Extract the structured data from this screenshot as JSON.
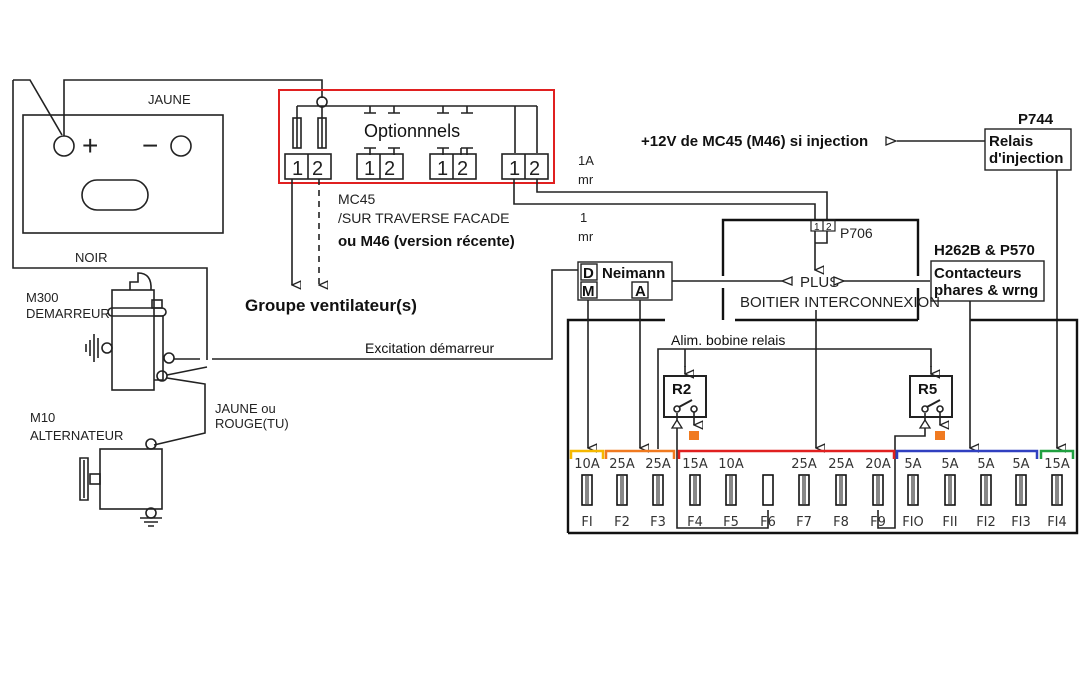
{
  "battery": {
    "positive_label": "+",
    "negative_label": "−",
    "wire_positive": "JAUNE",
    "wire_negative": "NOIR"
  },
  "starter": {
    "code": "M300",
    "name": "DEMARREUR"
  },
  "alternator": {
    "code": "M10",
    "name": "ALTERNATEUR"
  },
  "alt_wire": {
    "line1": "JAUNE ou",
    "line2": "ROUGE(TU)"
  },
  "fuse_holder": {
    "title": "Optionnnels",
    "connectors": [
      {
        "pin1": "1",
        "pin2": "2"
      },
      {
        "pin1": "1",
        "pin2": "2"
      },
      {
        "pin1": "1",
        "pin2": "2"
      },
      {
        "pin1": "1",
        "pin2": "2"
      }
    ],
    "mount_line1": "MC45",
    "mount_line2": "/SUR TRAVERSE FACADE",
    "mount_line3": "ou M46 (version récente)",
    "highlight_color": "#e02020"
  },
  "fan_group": "Groupe ventilateur(s)",
  "wire_1A": {
    "line1": "1A",
    "line2": "mr"
  },
  "wire_1": {
    "line1": "1",
    "line2": "mr"
  },
  "injection_feed": "+12V de MC45 (M46) si injection",
  "relay_injection": {
    "code": "P744",
    "line1": "Relais",
    "line2": "d'injection"
  },
  "connector_p706": {
    "code": "P706",
    "pin1": "1",
    "pin2": "2"
  },
  "neimann": {
    "title": "Neimann",
    "pin_d": "D",
    "pin_m": "M",
    "pin_a": "A"
  },
  "plus_label": "PLUS",
  "interconnect_label": "BOITIER INTERCONNEXION",
  "contacteurs": {
    "code": "H262B & P570",
    "line1": "Contacteurs",
    "line2": "phares & wrng"
  },
  "starter_excitation": "Excitation démarreur",
  "relay_coil_feed": "Alim. bobine relais",
  "relays": [
    {
      "name": "R2"
    },
    {
      "name": "R5"
    }
  ],
  "fuses": [
    {
      "id": "FI",
      "rating": "10A",
      "group": "yellow"
    },
    {
      "id": "F2",
      "rating": "25A",
      "group": "orange"
    },
    {
      "id": "F3",
      "rating": "25A",
      "group": "orange"
    },
    {
      "id": "F4",
      "rating": "15A",
      "group": "red"
    },
    {
      "id": "F5",
      "rating": "10A",
      "group": "red"
    },
    {
      "id": "F6",
      "rating": "",
      "group": "red",
      "empty": true
    },
    {
      "id": "F7",
      "rating": "25A",
      "group": "red"
    },
    {
      "id": "F8",
      "rating": "25A",
      "group": "red"
    },
    {
      "id": "F9",
      "rating": "20A",
      "group": "red"
    },
    {
      "id": "FIO",
      "rating": "5A",
      "group": "blue"
    },
    {
      "id": "FII",
      "rating": "5A",
      "group": "blue"
    },
    {
      "id": "FI2",
      "rating": "5A",
      "group": "blue"
    },
    {
      "id": "FI3",
      "rating": "5A",
      "group": "blue"
    },
    {
      "id": "FI4",
      "rating": "15A",
      "group": "green"
    }
  ],
  "group_colors": {
    "yellow": "#f5b800",
    "orange": "#f07a20",
    "red": "#e02020",
    "blue": "#3040c0",
    "green": "#20a040",
    "relay_output": "#f07a20"
  }
}
